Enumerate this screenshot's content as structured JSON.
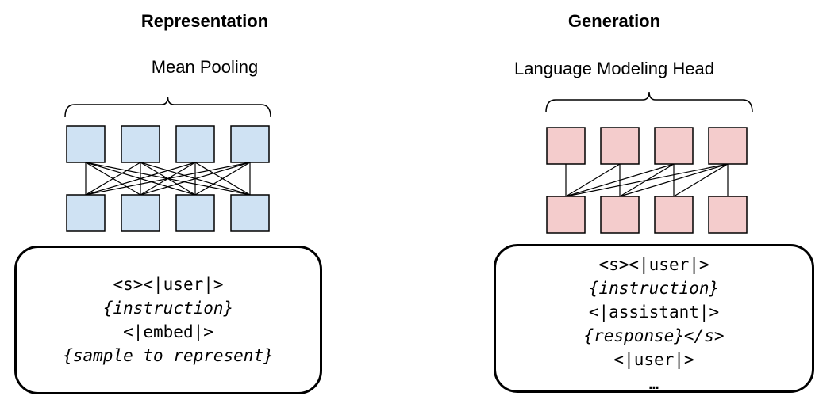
{
  "colors": {
    "representation_fill": "#cfe2f3",
    "generation_fill": "#f4cccc",
    "stroke": "#000000"
  },
  "representation": {
    "title": "Representation",
    "head_label": "Mean Pooling",
    "attention": "bidirectional",
    "prompt_lines": [
      {
        "text": "<s><|user|>",
        "italic": false
      },
      {
        "text": "{instruction}",
        "italic": true
      },
      {
        "text": "<|embed|>",
        "italic": false
      },
      {
        "text": "{sample to represent}",
        "italic": true
      }
    ]
  },
  "generation": {
    "title": "Generation",
    "head_label": "Language Modeling Head",
    "attention": "causal",
    "prompt_lines": [
      {
        "text": "<s><|user|>",
        "italic": false
      },
      {
        "text": "{instruction}",
        "italic": true
      },
      {
        "text": "<|assistant|>",
        "italic": false
      },
      {
        "text": "{response}</s>",
        "italic": true
      },
      {
        "text": "<|user|>",
        "italic": false
      },
      {
        "text": "…",
        "italic": false
      }
    ]
  }
}
